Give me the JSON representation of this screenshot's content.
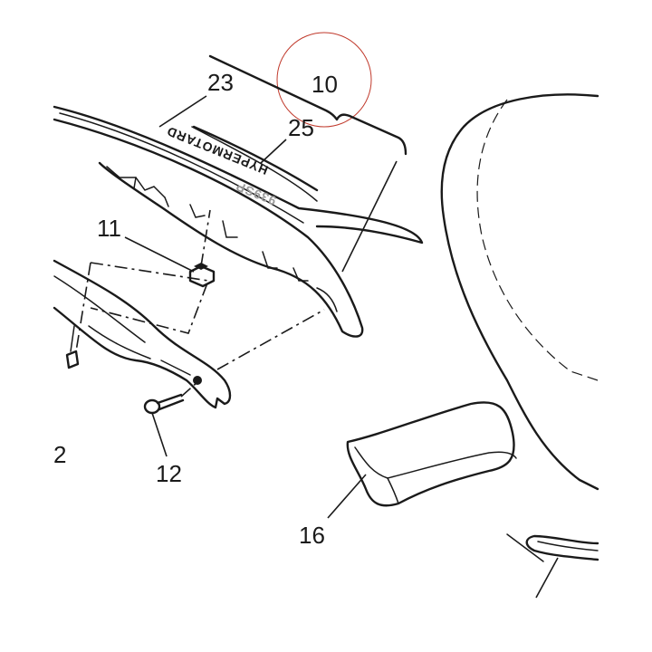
{
  "callouts": {
    "c10": "10",
    "c23": "23",
    "c25": "25",
    "c11": "11",
    "c2": "2",
    "c12": "12",
    "c16": "16"
  },
  "decal": {
    "line1": "HYPERMOTARD",
    "line2": "939SP"
  },
  "colors": {
    "ink": "#1a1a1a",
    "highlight_circle": "#c0392b",
    "background": "#ffffff"
  }
}
